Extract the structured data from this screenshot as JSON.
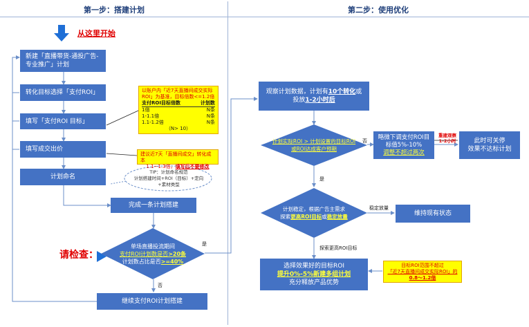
{
  "phases": {
    "step1": "第一步：搭建计划",
    "step2": "第二步：使用优化"
  },
  "start": {
    "label": "从这里开始"
  },
  "check": {
    "label": "请检查："
  },
  "left_boxes": {
    "b1": "新建「直播带货-通投广告-专业推广」计划",
    "b2": "转化目标选择「支付ROI」",
    "b3": "填写「支付ROI 目标」",
    "b4": "填写成交出价",
    "b5": "计划命名",
    "b6": "完成一条计划搭建",
    "b7": "继续支付ROI计划搭建"
  },
  "note_roi": {
    "line1": "以账户内「近7天直播间成交实际",
    "line2": "ROI」为基准，目标倍数<=1.2倍",
    "header_left": "支付ROI目标倍数",
    "header_right": "计划数",
    "rows": [
      {
        "left": "1倍",
        "right": "N条"
      },
      {
        "left": "1-1.1倍",
        "right": "N条"
      },
      {
        "left": "1.1-1.2倍",
        "right": "N条"
      }
    ],
    "footer": "（N> 10）"
  },
  "note_bid": {
    "line1": "建议近7天「直播间成交」转化成本",
    "line2_a": "1.1~1.3倍，",
    "line2_b": "填写后不要修改"
  },
  "tip": {
    "line1": "TIP：计划命名规范",
    "line2": "计划搭建时间+ROI（目标）+定向",
    "line3": "+素材类型"
  },
  "diamond_left": {
    "line1": "单场直播投流期间",
    "line2_a": "支付ROI计划数是否",
    "line2_b": ">20条",
    "line3_a": "计划数占比是否",
    "line3_b": ">=40%",
    "yes": "是",
    "no": "否"
  },
  "right": {
    "observe": {
      "line1_a": "观察计划数据，计划有",
      "line1_b": "10个转化",
      "line1_c": "或",
      "line2_a": "投放",
      "line2_b": "1-2小时后"
    },
    "diamond1": {
      "line1": "计划实际ROI > 计划设置的目标ROI",
      "line2": "或ROI达成客户预期",
      "no": "否",
      "yes": "是"
    },
    "adjust": {
      "line1": "略微下调支付ROI目",
      "line2": "标值5%-10%",
      "line3": "调整不超过两次"
    },
    "observe_note": {
      "line1": "重建观察",
      "line2": "1-2小时"
    },
    "close": {
      "line1": "此时可关停",
      "line2": "效果不达标计划"
    },
    "diamond2": {
      "line1": "计划稳定，根据广告主需求",
      "line2_a": "探索",
      "line2_b": "更高ROI目标",
      "line2_c": "或",
      "line2_d": "稳定放量"
    },
    "stable_label": "稳定放量",
    "keep": "维持现有状态",
    "explore_label": "探索更高ROI目标",
    "select": {
      "line1": "选择效果好的目标ROI",
      "line2": "提升0%-5%新建多组计划",
      "line3": "充分释放产品优势"
    },
    "note_range": {
      "line1": "目标ROI范围不超过",
      "line2": "「近7天直播间成交实际ROI」的",
      "line3": "0.8～1.2倍"
    }
  },
  "colors": {
    "box": "#4472c4",
    "note": "#ffff00",
    "accent_red": "#e00000",
    "arrow_blue": "#1f6fd6"
  }
}
